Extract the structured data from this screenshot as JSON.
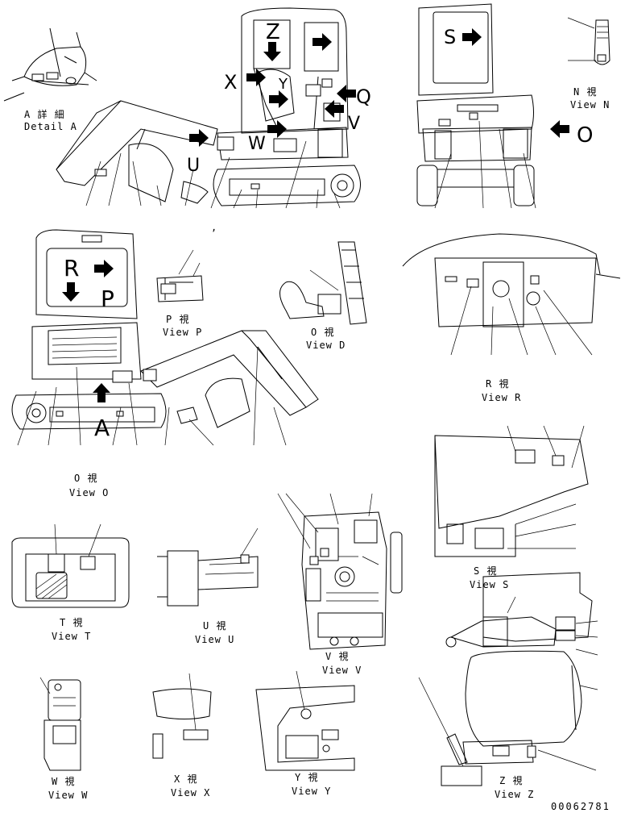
{
  "views": {
    "detail_a": {
      "jp": "A 詳 細",
      "en": "Detail A"
    },
    "view_n": {
      "jp": "N  視",
      "en": "View N"
    },
    "view_p": {
      "jp": "P  視",
      "en": "View P"
    },
    "view_d": {
      "jp": "O  視",
      "en": "View D"
    },
    "view_r": {
      "jp": "R  視",
      "en": "View R"
    },
    "view_o": {
      "jp": "O  視",
      "en": "View O"
    },
    "view_t": {
      "jp": "T  視",
      "en": "View T"
    },
    "view_u": {
      "jp": "U  視",
      "en": "View U"
    },
    "view_v": {
      "jp": "V  視",
      "en": "View V"
    },
    "view_s": {
      "jp": "S  視",
      "en": "View S"
    },
    "view_w": {
      "jp": "W  視",
      "en": "View W"
    },
    "view_x": {
      "jp": "X  視",
      "en": "View X"
    },
    "view_y": {
      "jp": "Y  視",
      "en": "View Y"
    },
    "view_z": {
      "jp": "Z  視",
      "en": "View Z"
    }
  },
  "markers": {
    "z": "Z",
    "x": "X",
    "w": "W",
    "u": "U",
    "q": "Q",
    "v": "V",
    "y": "Y",
    "s": "S",
    "o_right": "O",
    "r": "R",
    "p": "P",
    "a": "A"
  },
  "drawing_number": "00062781"
}
